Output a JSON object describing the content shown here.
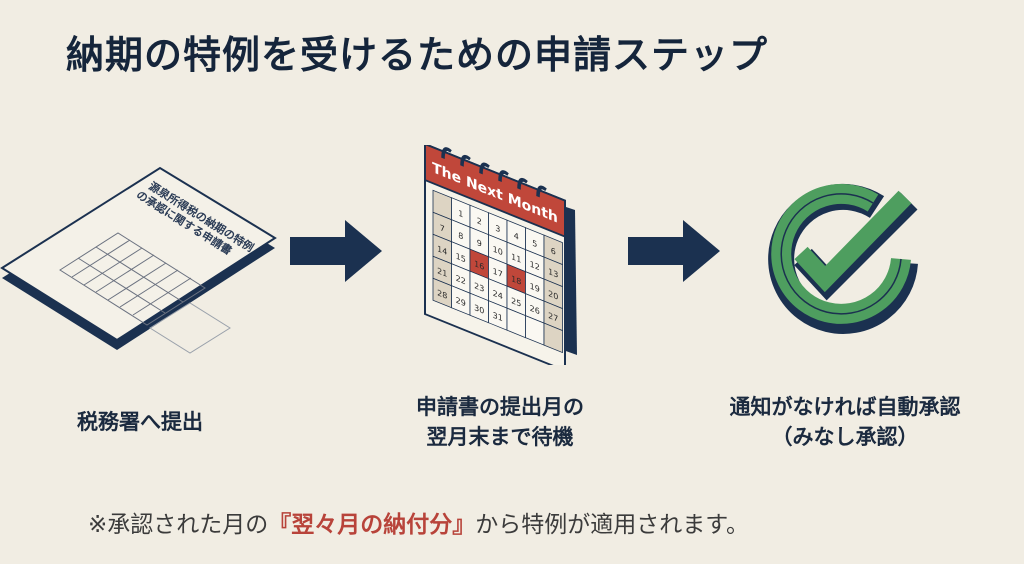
{
  "title": "納期の特例を受けるための申請ステップ",
  "colors": {
    "background": "#f1ede3",
    "navy": "#1b3150",
    "accent_red": "#c0473a",
    "check_green": "#4e9e5f"
  },
  "steps": [
    {
      "icon": "application-form-icon",
      "document_title_line1": "源泉所得税の納期の特例",
      "document_title_line2": "の承認に関する申請書",
      "caption_line1": "税務署へ提出",
      "caption_line2": ""
    },
    {
      "icon": "calendar-icon",
      "calendar_header": "The Next Month",
      "calendar_days": [
        "",
        "1",
        "2",
        "3",
        "4",
        "5",
        "6",
        "7",
        "8",
        "9",
        "10",
        "11",
        "12",
        "13",
        "14",
        "15",
        "16",
        "17",
        "18",
        "19",
        "20",
        "21",
        "22",
        "23",
        "24",
        "25",
        "26",
        "27",
        "28",
        "29",
        "30",
        "31",
        "",
        "",
        ""
      ],
      "highlighted_days": [
        "16",
        "18"
      ],
      "caption_line1": "申請書の提出月の",
      "caption_line2": "翌月末まで待機"
    },
    {
      "icon": "checkmark-icon",
      "caption_line1": "通知がなければ自動承認",
      "caption_line2": "（みなし承認）"
    }
  ],
  "arrows": [
    "arrow-right-icon",
    "arrow-right-icon"
  ],
  "note": {
    "prefix": "※承認された月の",
    "highlight": "『翌々月の納付分』",
    "suffix": "から特例が適用されます。"
  }
}
